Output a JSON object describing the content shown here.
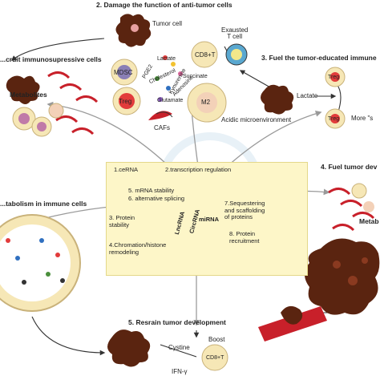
{
  "headings": {
    "h2": "2. Damage the function of anti-tumor cells",
    "h1": "...cruit immunosupressive cells",
    "h3": "3. Fuel the tumor-educated immune",
    "h4": "4. Fuel tumor dev",
    "h6": "...tabolism in immune cells",
    "h5": "5. Resrain tumor development"
  },
  "cells": {
    "tumor_cell": "Tumor cell",
    "mdsc": "MDSC",
    "cd8t_top": "CD8+T",
    "exhausted_t": "Exausted\nT cell",
    "treg_left": "Treg",
    "m2": "M2",
    "cafs": "CAFs",
    "treg_right_top": "Treg",
    "treg_right_bottom": "Treg",
    "cd8t_bottom": "CD8+T",
    "metabolites_left": "Metabolites",
    "metabolites_right": "Metab"
  },
  "metabolites": {
    "lactate": "Lactate",
    "pge2": "PGE2",
    "cholesterol": "Cholesterol",
    "kynurenine": "Kynurenine",
    "adenosine": "Adenosine",
    "glutamate": "Glutamate",
    "succinate": "Succinate",
    "lactate_right": "Lactate",
    "more": "More \"s",
    "acidic": "Acidic microenvironment",
    "boost": "Boost",
    "cystine": "Cystine",
    "ifn": "IFN-γ"
  },
  "mechanisms": {
    "m1": "1.ceRNA",
    "m2": "2.transcription regulation",
    "m5": "5. mRNA stability",
    "m6": "6. alternative splicing",
    "m3": "3. Protein\nstability",
    "m7": "7.Sequestering\nand scaffolding\nof proteins",
    "m4": "4.Chromation/histone\nremodeling",
    "m8": "8. Protein\nrecruitment",
    "rna_types": [
      "LncRNA",
      "CircRNA",
      "miRNA"
    ]
  },
  "colors": {
    "tumor": "#5a2410",
    "treg_fill": "#f6e7b6",
    "treg_core": "#e23b3b",
    "caf": "#c8202a",
    "center_bg": "#fdf6c8",
    "arrow": "#9a9a9a"
  }
}
